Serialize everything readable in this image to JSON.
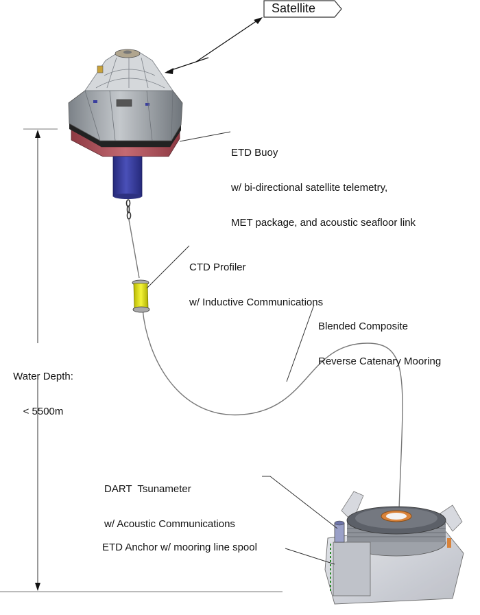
{
  "satellite": {
    "label": "Satellite"
  },
  "buoy": {
    "line1": "ETD Buoy",
    "line2": "w/ bi-directional satellite telemetry,",
    "line3": "MET package, and acoustic seafloor link"
  },
  "ctd": {
    "line1": "CTD Profiler",
    "line2": "w/ Inductive Communications"
  },
  "mooring": {
    "line1": "Blended Composite",
    "line2": "Reverse Catenary Mooring"
  },
  "depth": {
    "line1": "Water Depth:",
    "line2": "< 5500m"
  },
  "dart": {
    "line1": "DART  Tsunameter",
    "line2": "w/ Acoustic Communications"
  },
  "anchor": {
    "label": "ETD Anchor w/ mooring line spool"
  },
  "colors": {
    "buoy_hull": "#9aa0a6",
    "buoy_band": "#b5505a",
    "buoy_stem": "#3a3f9e",
    "ctd_body": "#e8e81a",
    "anchor_frame": "#c9ccd4",
    "spool_ring": "#d9833a"
  }
}
